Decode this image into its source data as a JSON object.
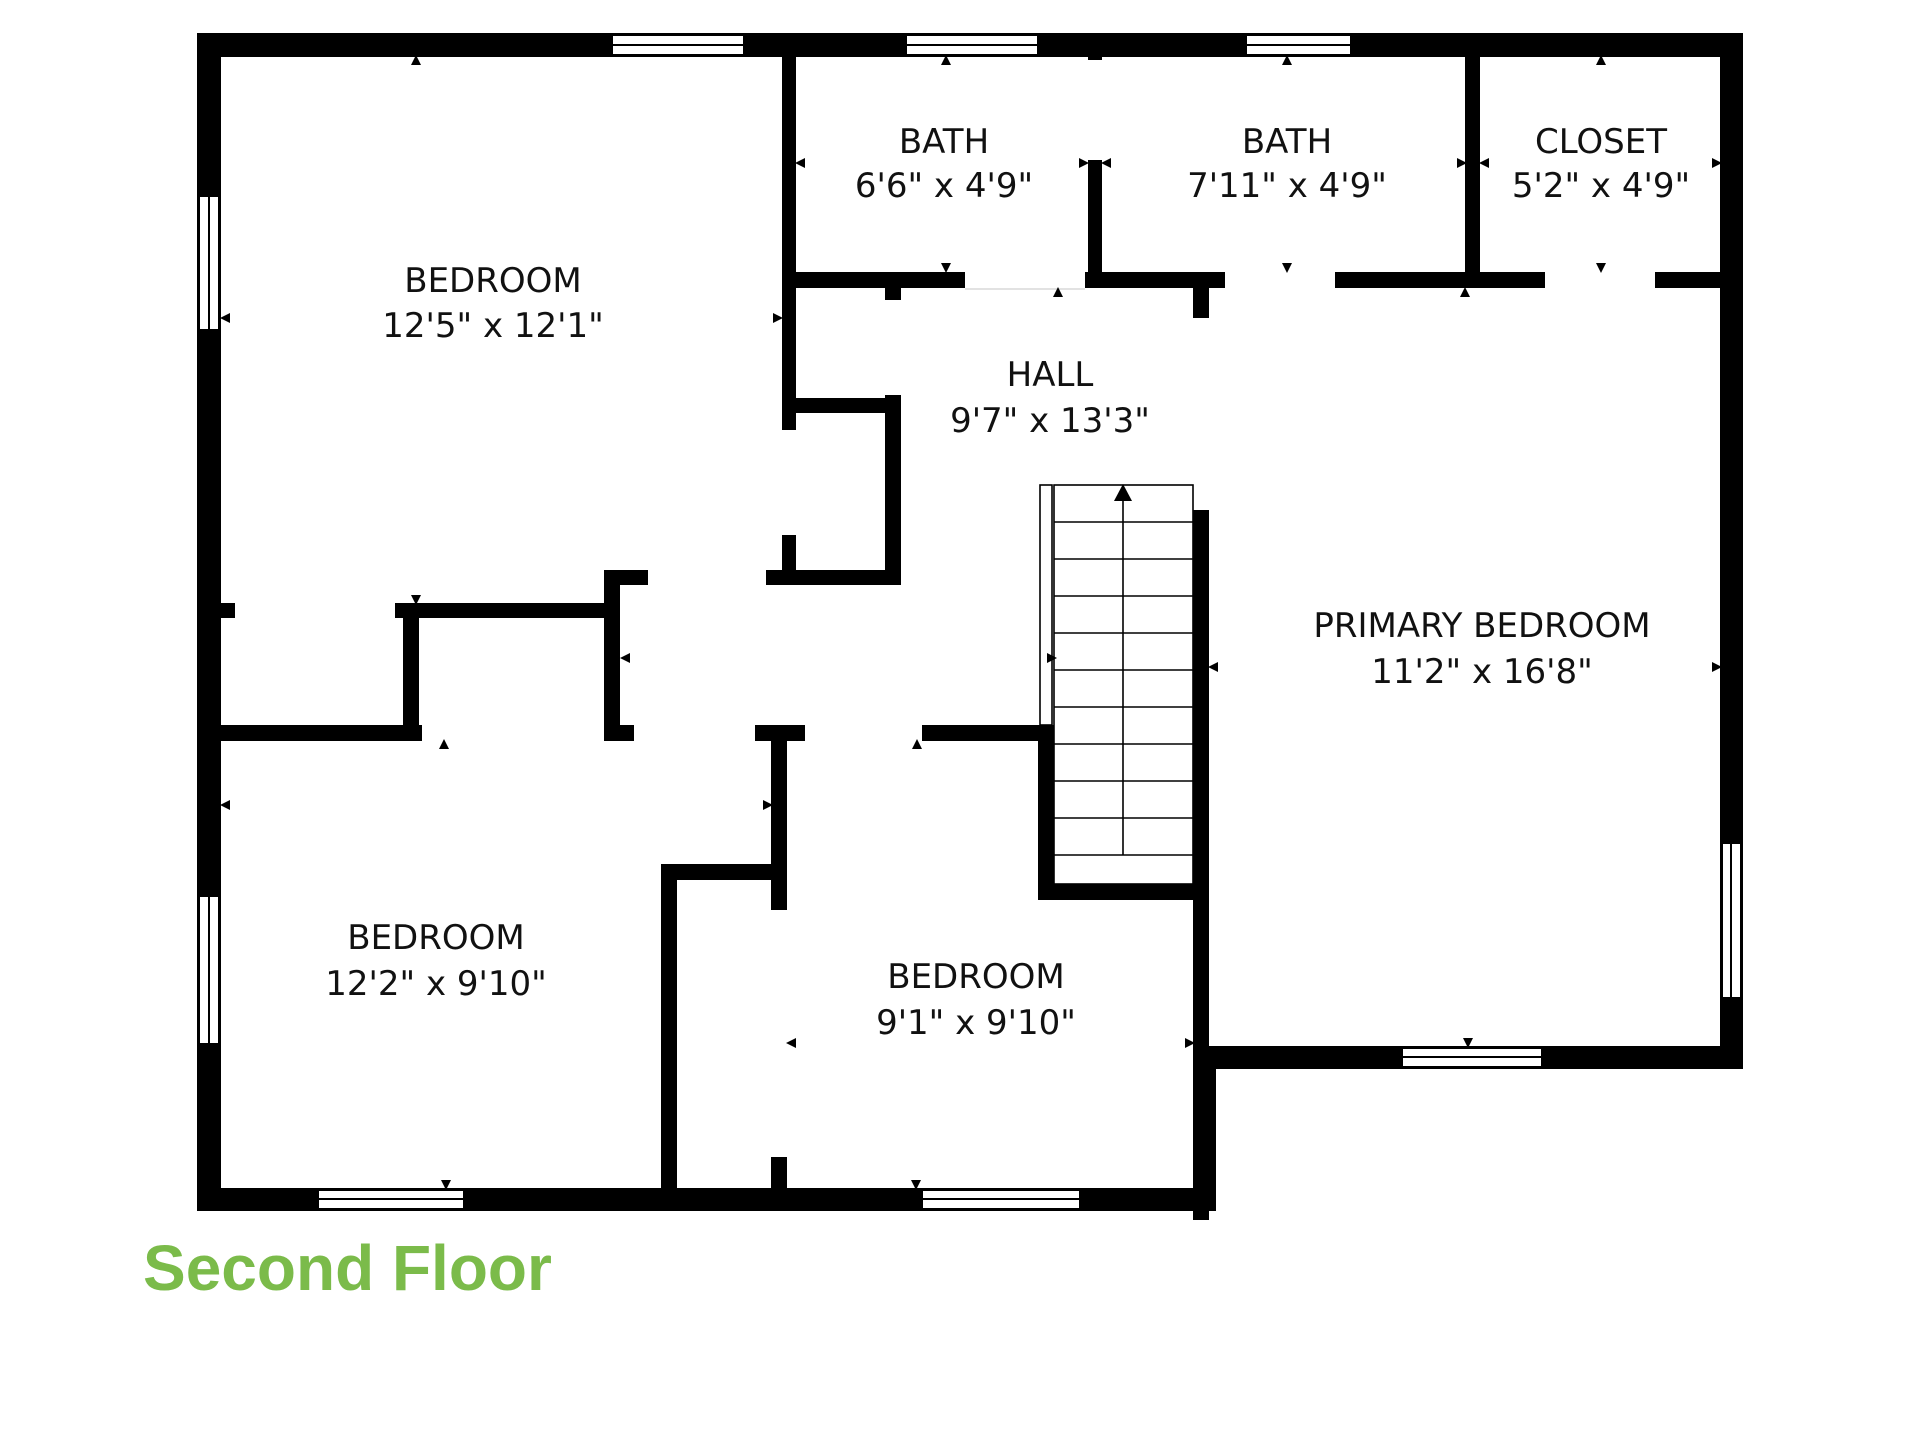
{
  "floor": {
    "title": "Second Floor",
    "title_color": "#7bbb4a",
    "wall_color": "#000000"
  },
  "rooms": {
    "bedroom_nw": {
      "name": "BEDROOM",
      "dims": "12'5\" x 12'1\""
    },
    "bath_1": {
      "name": "BATH",
      "dims": "6'6\" x 4'9\""
    },
    "bath_2": {
      "name": "BATH",
      "dims": "7'11\" x 4'9\""
    },
    "closet": {
      "name": "CLOSET",
      "dims": "5'2\" x 4'9\""
    },
    "hall": {
      "name": "HALL",
      "dims": "9'7\" x 13'3\""
    },
    "primary_bedroom": {
      "name": "PRIMARY BEDROOM",
      "dims": "11'2\" x 16'8\""
    },
    "bedroom_sw": {
      "name": "BEDROOM",
      "dims": "12'2\" x 9'10\""
    },
    "bedroom_s": {
      "name": "BEDROOM",
      "dims": "9'1\" x 9'10\""
    }
  }
}
